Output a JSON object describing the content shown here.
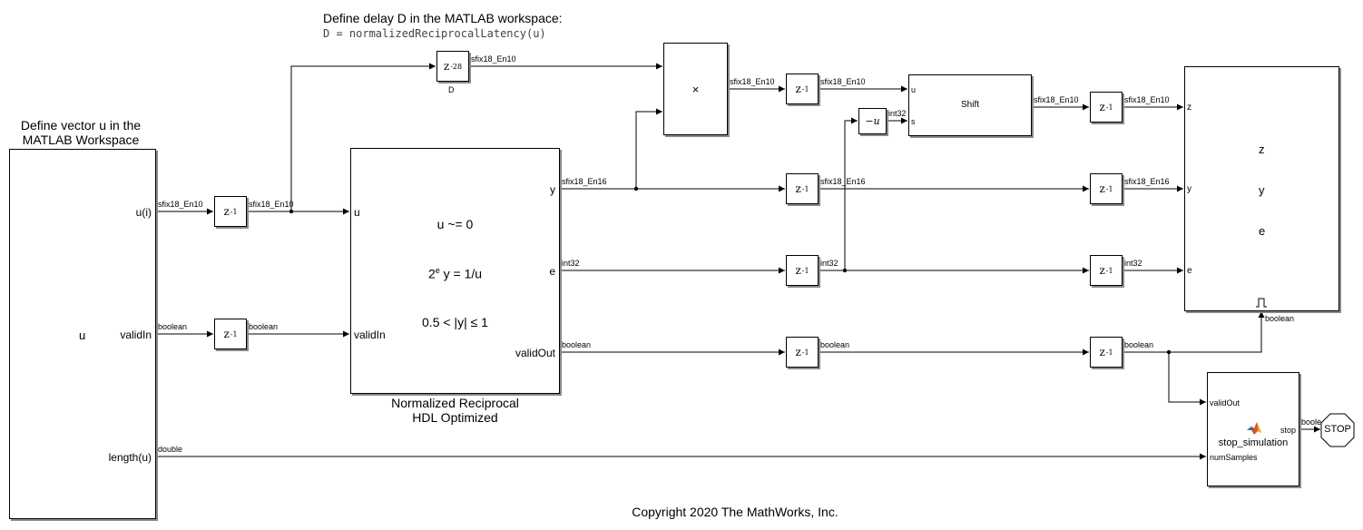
{
  "annotations": {
    "workspace_note_line1": "Define vector u in the",
    "workspace_note_line2": "MATLAB Workspace",
    "delay_note_title": "Define delay D in the MATLAB workspace:",
    "delay_note_code": "D = normalizedReciprocalLatency(u)",
    "copyright": "Copyright 2020 The MathWorks, Inc."
  },
  "source_block": {
    "name": "u",
    "ports": [
      "u(i)",
      "validIn",
      "length(u)"
    ]
  },
  "reciprocal_block": {
    "ports_in": [
      "u",
      "validIn"
    ],
    "ports_out": [
      "y",
      "e",
      "validOut"
    ],
    "line1": "u ~= 0",
    "line2_base": "2",
    "line2_sup": "e",
    "line2_rest": " y = 1/u",
    "line3": "0.5 < |y| ≤ 1",
    "caption_line1": "Normalized Reciprocal",
    "caption_line2": "HDL Optimized"
  },
  "delay_block": {
    "z": "z",
    "sup_unit": "-1",
    "sup_D": "-28",
    "label_D": "D"
  },
  "product_block": {
    "symbol": "×"
  },
  "negate_block": {
    "symbol": "−u"
  },
  "shift_block": {
    "name": "Shift",
    "ports_in": [
      "u",
      "s"
    ]
  },
  "sink_block": {
    "ports_in": [
      "z",
      "y",
      "e"
    ],
    "labels": [
      "z",
      "y",
      "e"
    ],
    "enable_symbol": "⎍"
  },
  "stop_sim_block": {
    "name": "stop_simulation",
    "ports_in": [
      "validOut",
      "numSamples"
    ],
    "port_out": "stop"
  },
  "stop_block": {
    "label": "STOP"
  },
  "signals": {
    "sfix18_En10": "sfix18_En10",
    "sfix18_En16": "sfix18_En16",
    "int32": "int32",
    "boolean": "boolean",
    "double": "double",
    "boole_clipped": "boole"
  },
  "colors": {
    "line": "#000000",
    "shadow": "#8a8a8a",
    "stop_fill": "#ffffff",
    "matlab_logo_orange": "#d9541e",
    "matlab_logo_blue": "#3a6ea5"
  }
}
